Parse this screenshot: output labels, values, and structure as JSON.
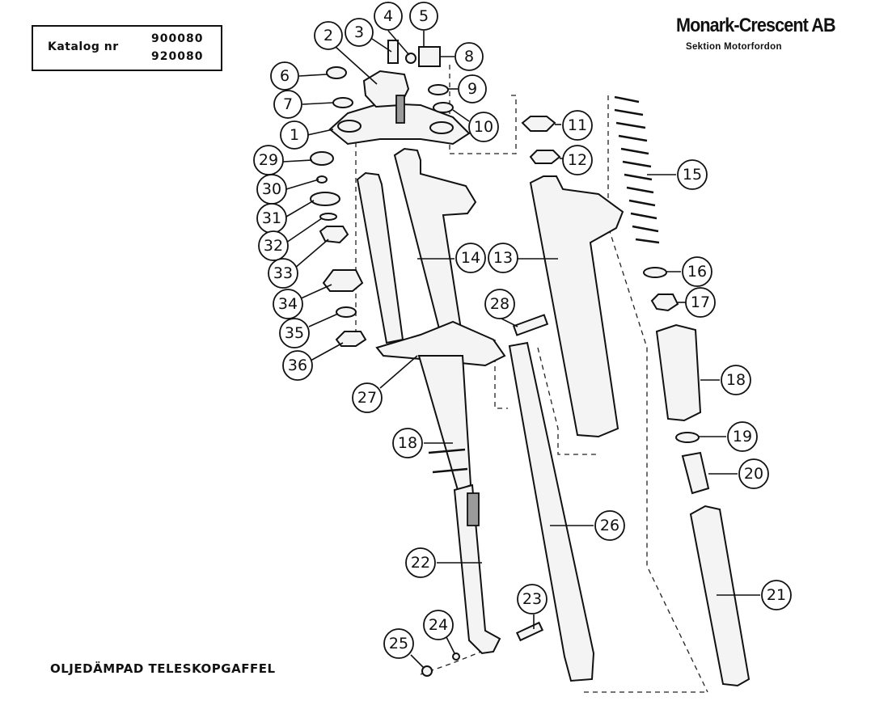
{
  "catalog": {
    "label": "Katalog nr",
    "numbers": [
      "900080",
      "920080"
    ]
  },
  "brand": {
    "name": "Monark-Crescent AB",
    "subtitle": "Sektion Motorfordon"
  },
  "caption": "OLJEDÄMPAD TELESKOPGAFFEL",
  "callouts": [
    {
      "label": "1"
    },
    {
      "label": "2"
    },
    {
      "label": "3"
    },
    {
      "label": "4"
    },
    {
      "label": "5"
    },
    {
      "label": "6"
    },
    {
      "label": "7"
    },
    {
      "label": "8"
    },
    {
      "label": "9"
    },
    {
      "label": "10"
    },
    {
      "label": "11"
    },
    {
      "label": "12"
    },
    {
      "label": "13"
    },
    {
      "label": "14"
    },
    {
      "label": "15"
    },
    {
      "label": "16"
    },
    {
      "label": "17"
    },
    {
      "label": "18"
    },
    {
      "label": "18"
    },
    {
      "label": "19"
    },
    {
      "label": "20"
    },
    {
      "label": "21"
    },
    {
      "label": "22"
    },
    {
      "label": "23"
    },
    {
      "label": "24"
    },
    {
      "label": "25"
    },
    {
      "label": "26"
    },
    {
      "label": "27"
    },
    {
      "label": "28"
    },
    {
      "label": "29"
    },
    {
      "label": "30"
    },
    {
      "label": "31"
    },
    {
      "label": "32"
    },
    {
      "label": "33"
    },
    {
      "label": "34"
    },
    {
      "label": "35"
    },
    {
      "label": "36"
    }
  ]
}
